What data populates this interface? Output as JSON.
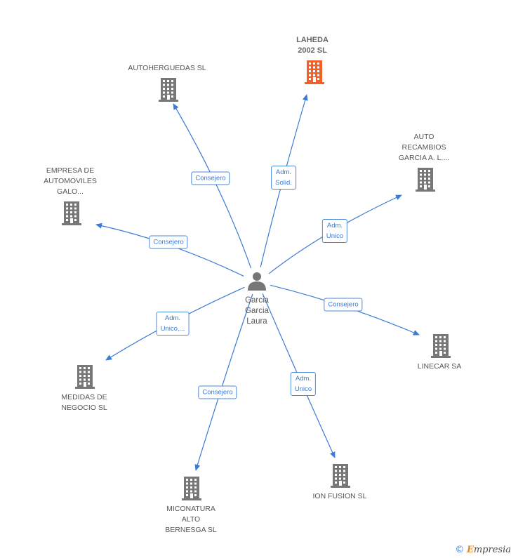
{
  "center": {
    "name": "Garcia\nGarcia\nLaura"
  },
  "colors": {
    "edge": "#3a7bd5",
    "building": "#777777",
    "highlight": "#f0622a",
    "person": "#777777"
  },
  "nodes": [
    {
      "id": "laheda",
      "label": "LAHEDA\n2002 SL",
      "highlight": true
    },
    {
      "id": "autoherguedas",
      "label": "AUTOHERGUEDAS SL"
    },
    {
      "id": "auto-recambios",
      "label": "AUTO\nRECAMBIOS\nGARCIA A.  L...."
    },
    {
      "id": "empresa-automoviles",
      "label": "EMPRESA DE\nAUTOMOVILES\nGALO..."
    },
    {
      "id": "linecar",
      "label": "LINECAR SA"
    },
    {
      "id": "medidas-negocio",
      "label": "MEDIDAS DE\nNEGOCIO SL"
    },
    {
      "id": "ion-fusion",
      "label": "ION FUSION  SL"
    },
    {
      "id": "miconatura",
      "label": "MICONATURA\nALTO\nBERNESGA SL"
    }
  ],
  "edges": [
    {
      "to": "laheda",
      "label": "Adm.\nSolid."
    },
    {
      "to": "autoherguedas",
      "label": "Consejero"
    },
    {
      "to": "auto-recambios",
      "label": "Adm.\nUnico"
    },
    {
      "to": "empresa-automoviles",
      "label": "Consejero"
    },
    {
      "to": "linecar",
      "label": "Consejero"
    },
    {
      "to": "medidas-negocio",
      "label": "Adm.\nUnico,..."
    },
    {
      "to": "ion-fusion",
      "label": "Adm.\nUnico"
    },
    {
      "to": "miconatura",
      "label": "Consejero"
    }
  ],
  "footer": {
    "copyright": "©",
    "brand_first": "E",
    "brand_rest": "mpresia"
  }
}
